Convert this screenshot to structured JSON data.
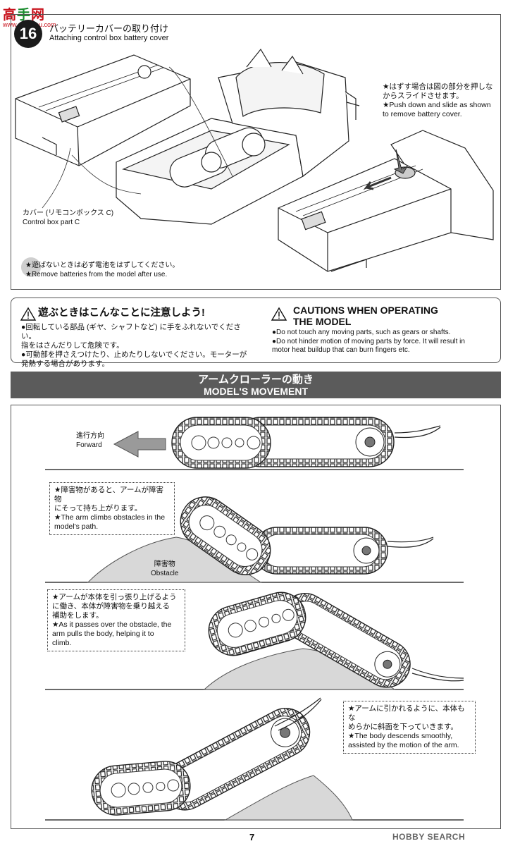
{
  "watermark": {
    "logo_a": "高",
    "logo_b": "手",
    "logo_c": "网",
    "url": "www.gaoshou.com"
  },
  "step": {
    "number": "16",
    "title_jp": "バッテリーカバーの取り付け",
    "title_en": "Attaching control box battery cover",
    "note_jp": [
      "★はずす場合は図の部分を押しな",
      "からスライドさせます。"
    ],
    "note_en": [
      "★Push down and slide as shown",
      "to remove battery cover."
    ],
    "cover_label_jp": "カバー (リモコンボックス C)",
    "cover_label_en": "Control box part C",
    "remove_jp": "★遊ばないときは必ず電池をはずしてください。",
    "remove_en": "★Remove batteries from the model after use."
  },
  "cautions": {
    "title_jp": "遊ぶときはこんなことに注意しよう!",
    "lines_jp": [
      "●回転している部品 (ギヤ、シャフトなど) に手をふれないでください。",
      "指をはさんだりして危険です。",
      "●可動部を押さえつけたり、止めたりしないでください。モーターが",
      "発熱する場合があります。"
    ],
    "title_en": [
      "CAUTIONS WHEN OPERATING",
      "THE MODEL"
    ],
    "lines_en": [
      "●Do not touch any moving parts, such as gears or shafts.",
      "●Do not hinder motion of moving parts by force. It will result in",
      "motor heat buildup that can burn fingers etc."
    ]
  },
  "section": {
    "title_jp": "アームクローラーの動き",
    "title_en": "MODEL'S MOVEMENT"
  },
  "movement": {
    "direction_jp": "進行方向",
    "direction_en": "Forward",
    "box1": [
      "★障害物があると、アームが障害物",
      "にそって持ち上がります。",
      "★The arm climbs obstacles in the",
      "model's path."
    ],
    "obstacle_jp": "障害物",
    "obstacle_en": "Obstacle",
    "box2": [
      "★アームが本体を引っ張り上げるよう",
      "に働き、本体が障害物を乗り越える",
      "補助をします。",
      "★As it passes over the obstacle, the",
      "arm pulls the body, helping it to",
      "climb."
    ],
    "box3": [
      "★アームに引かれるように、本体もな",
      "めらかに斜面を下っていきます。",
      "★The body descends smoothly,",
      "assisted by the motion of the arm."
    ]
  },
  "footer": {
    "page": "7",
    "source": "HOBBY SEARCH"
  }
}
